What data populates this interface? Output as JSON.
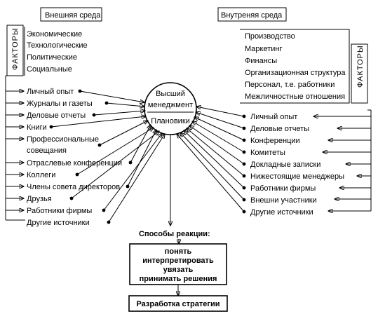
{
  "external": {
    "heading": "Внешняя среда",
    "factors_label": "ФАКТОРЫ",
    "factors": [
      "Экономические",
      "Технологические",
      "Политические",
      "Социальные"
    ],
    "sources": [
      "Личный опыт",
      "Журналы и газеты",
      "Деловые отчеты",
      "Книги",
      "Профессиональные",
      "совещания",
      "Отраслевые конференции",
      "Коллеги",
      "Члены совета директоров",
      "Друзья",
      "Работники фирмы",
      "Другие источники"
    ]
  },
  "internal": {
    "heading": "Внутреняя среда",
    "factors_label": "ФАКТОРЫ",
    "factors": [
      "Производство",
      "Маркетинг",
      "Финансы",
      "Организационная структура",
      "Персонал, т.е. работники",
      "Межличностные отношения"
    ],
    "sources": [
      "Личный опыт",
      "Деловые отчеты",
      "Конференции",
      "Комитеты",
      "Докладные записки",
      "Нижестоящие менеджеры",
      "Работники фирмы",
      "Внешни участники",
      "Другие источники"
    ]
  },
  "center": {
    "line1": "Высший",
    "line2": "менеджмент",
    "line3": "Плановики"
  },
  "reaction": {
    "title": "Способы реакции:",
    "items": [
      "понять",
      "интерпретировать",
      "увязать",
      "принимать решения"
    ]
  },
  "strategy": "Разработка стратегии"
}
